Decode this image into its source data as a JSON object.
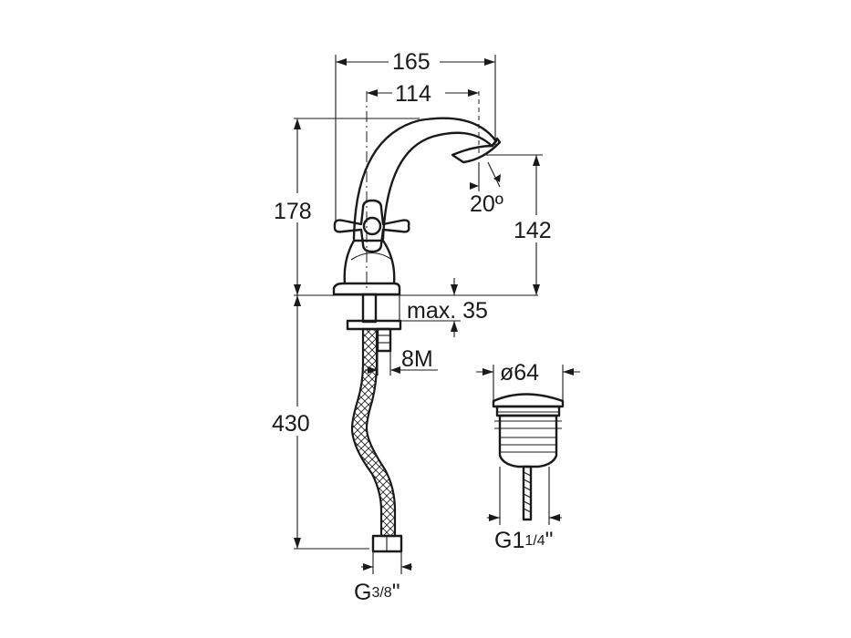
{
  "dimensions": {
    "overall_reach": "165",
    "spout_reach": "114",
    "spout_angle": "20º",
    "total_height": "178",
    "spout_height": "142",
    "max_deck_thickness": "max. 35",
    "fixing_thread": "8M",
    "hose_length": "430",
    "hose_connection_base": "G",
    "hose_connection_fraction": "3/8",
    "hose_connection_unit": "\"",
    "waste_diameter": "ø64",
    "waste_thread_base": "G1",
    "waste_thread_fraction": "1/4",
    "waste_thread_unit": "\""
  }
}
